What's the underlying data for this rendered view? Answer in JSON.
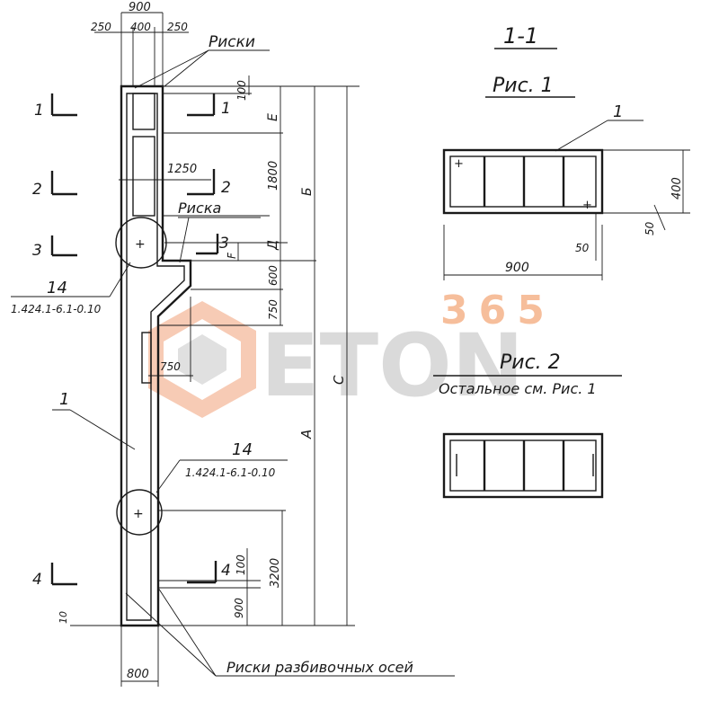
{
  "elevation": {
    "top_dims": {
      "overall": "900",
      "left": "250",
      "middle": "400",
      "right": "250"
    },
    "leader_marks_top": "Риски",
    "leader_mark_mid": "Риска",
    "leader_marks_bottom": "Риски разбивочных осей",
    "bottom_dim": "800",
    "bottom_offset": "10",
    "section_marks": [
      {
        "num": "1",
        "label": "1"
      },
      {
        "num": "2",
        "label": "2"
      },
      {
        "num": "3",
        "label": "3"
      },
      {
        "num": "4",
        "label": "4"
      }
    ],
    "vertical_dims": {
      "d100_top": "100",
      "E": "E",
      "d1800": "1800",
      "B": "Б",
      "D": "Д",
      "F": "F",
      "d600": "600",
      "d750_v": "750",
      "C": "C",
      "A": "А",
      "d3200": "3200",
      "d100_bot": "100",
      "d900": "900"
    },
    "horizontal_dims": {
      "d1250": "1250",
      "d750_h": "750"
    },
    "part_labels": {
      "p1": "1",
      "p14_top": "14",
      "ref_top": "1.424.1-6.1-0.10",
      "p14_bot": "14",
      "ref_bot": "1.424.1-6.1-0.10"
    }
  },
  "section": {
    "title": "1-1",
    "fig1_title": "Рис. 1",
    "fig1_part": "1",
    "dim_height": "400",
    "dim_50_right": "50",
    "dim_50_bottom": "50",
    "dim_width": "900",
    "fig2_title": "Рис. 2",
    "fig2_note": "Остальное см. Рис. 1"
  },
  "watermark": {
    "number": "365",
    "word": "ETON",
    "accent": "#f08a4b",
    "gray": "#bdbdbd"
  }
}
